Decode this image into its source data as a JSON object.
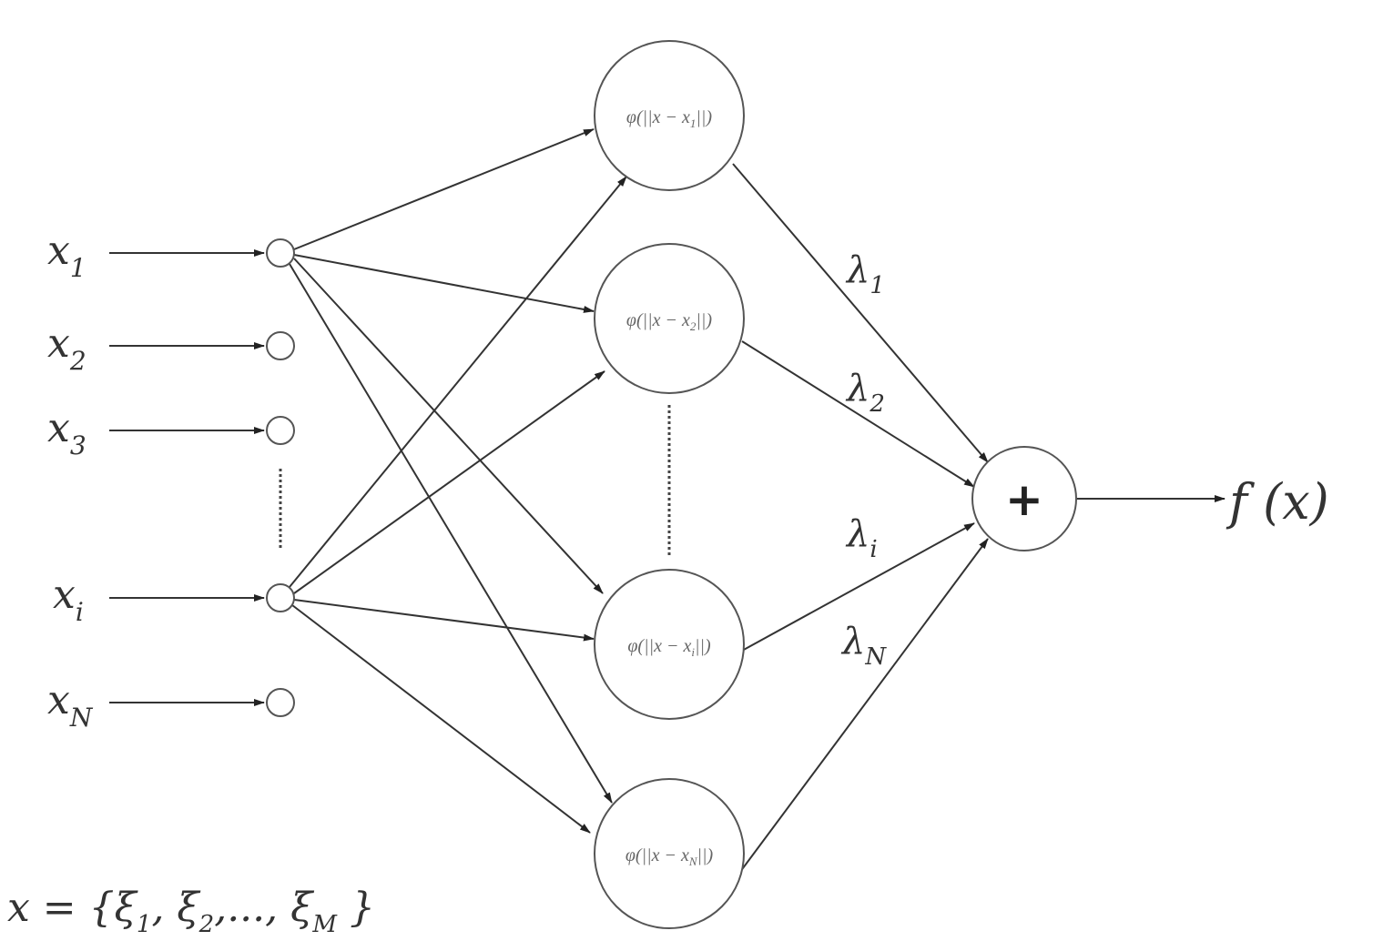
{
  "inputs": [
    {
      "base": "x",
      "sub": "1"
    },
    {
      "base": "x",
      "sub": "2"
    },
    {
      "base": "x",
      "sub": "3"
    },
    {
      "base": "x",
      "sub": "i"
    },
    {
      "base": "x",
      "sub": "N"
    }
  ],
  "hidden": [
    {
      "pre": "φ(||x − x",
      "sub": "1",
      "post": "||)"
    },
    {
      "pre": "φ(||x − x",
      "sub": "2",
      "post": "||)"
    },
    {
      "pre": "φ(||x − x",
      "sub": "i",
      "post": "||)"
    },
    {
      "pre": "φ(||x − x",
      "sub": "N",
      "post": "||)"
    }
  ],
  "weights": [
    {
      "base": "λ",
      "sub": "1"
    },
    {
      "base": "λ",
      "sub": "2"
    },
    {
      "base": "λ",
      "sub": "i"
    },
    {
      "base": "λ",
      "sub": "N"
    }
  ],
  "sum_symbol": "+",
  "output": "f (x)",
  "vector": {
    "lhs": "x = {",
    "t1": "ξ",
    "s1": "1",
    "t2": ", ξ",
    "s2": "2",
    "t3": ",..., ξ",
    "s3": "M",
    "rhs": " }"
  }
}
